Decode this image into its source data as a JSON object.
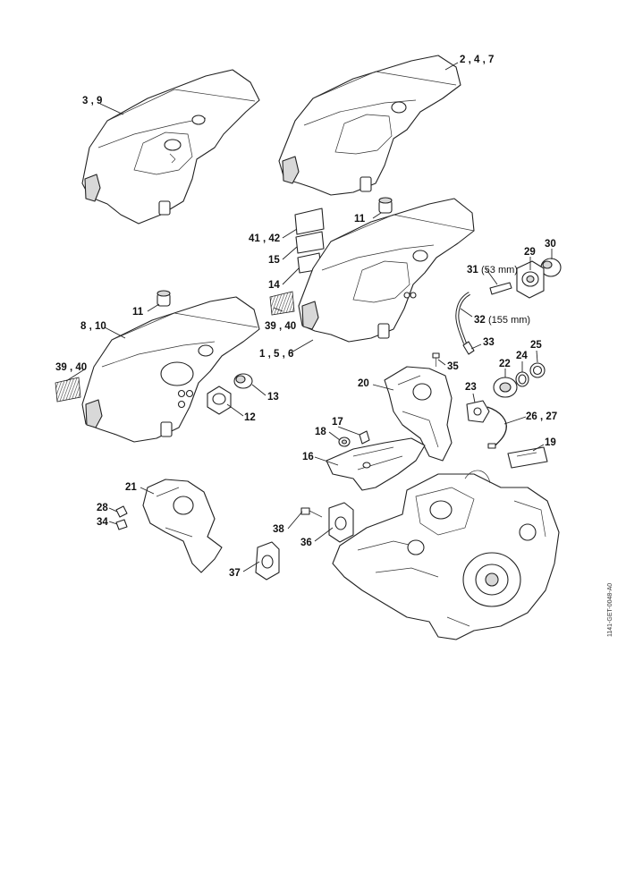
{
  "labels": {
    "l_3_9": "3 , 9",
    "l_2_4_7": "2 , 4 , 7",
    "l_11a": "11",
    "l_41_42": "41 , 42",
    "l_15": "15",
    "l_14": "14",
    "l_39_40a": "39 , 40",
    "l_1_5_6": "1 , 5 , 6",
    "l_11b": "11",
    "l_8_10": "8 , 10",
    "l_39_40b": "39 , 40",
    "l_13": "13",
    "l_12": "12",
    "l_29": "29",
    "l_30": "30",
    "l_31": "31",
    "l_31_note": "(53 mm)",
    "l_32": "32",
    "l_32_note": "(155 mm)",
    "l_33": "33",
    "l_25": "25",
    "l_24": "24",
    "l_22": "22",
    "l_35": "35",
    "l_20": "20",
    "l_23": "23",
    "l_26_27": "26 , 27",
    "l_17": "17",
    "l_18": "18",
    "l_19": "19",
    "l_16": "16",
    "l_21": "21",
    "l_28": "28",
    "l_34": "34",
    "l_38": "38",
    "l_36": "36",
    "l_37": "37"
  },
  "drawing_code": "1141-GET-0048-A0"
}
